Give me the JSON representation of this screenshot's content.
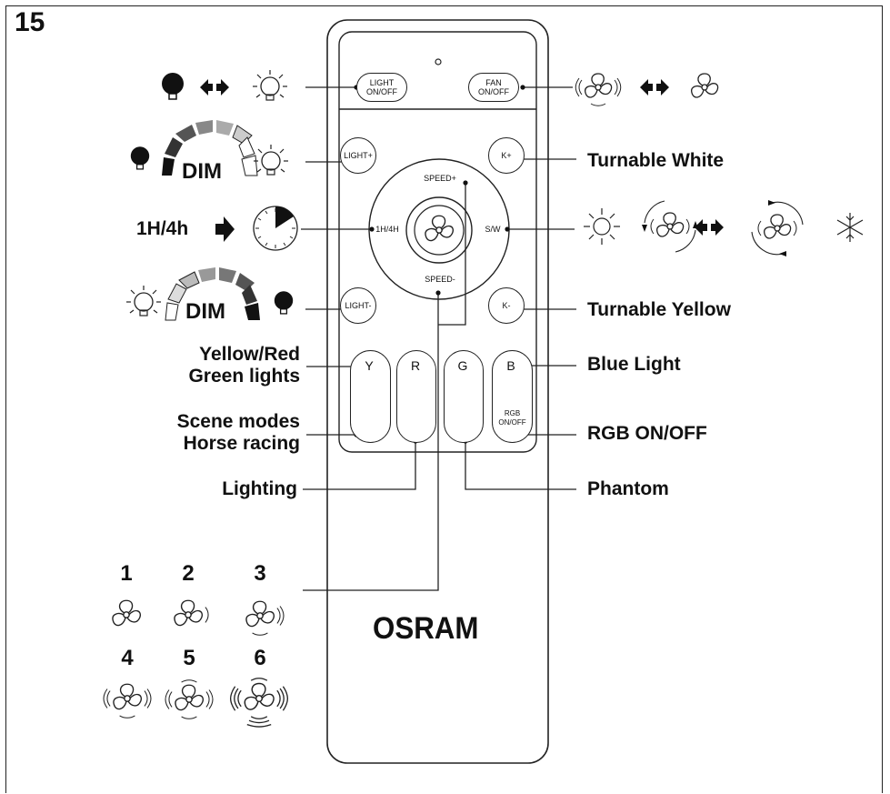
{
  "figure_number": "15",
  "brand": "OSRAM",
  "buttons": {
    "light_onoff": "LIGHT\nON/OFF",
    "fan_onoff": "FAN\nON/OFF",
    "light_plus": "LIGHT+",
    "k_plus": "K+",
    "speed_plus": "SPEED+",
    "timer": "1H/4H",
    "sw": "S/W",
    "speed_minus": "SPEED-",
    "light_minus": "LIGHT-",
    "k_minus": "K-",
    "y": "Y",
    "r": "R",
    "g": "G",
    "b": "B",
    "rgb_onoff": "RGB\nON/OFF"
  },
  "callouts": {
    "turnable_white": "Turnable White",
    "turnable_yellow": "Turnable Yellow",
    "timer": "1H/4h",
    "yellow_red": "Yellow/Red",
    "green_lights": "Green lights",
    "blue_light": "Blue Light",
    "scene_modes": "Scene modes",
    "horse_racing": "Horse racing",
    "rgb_onoff": "RGB ON/OFF",
    "lighting": "Lighting",
    "phantom": "Phantom"
  },
  "dim_label": "DIM",
  "speed_levels": [
    "1",
    "2",
    "3",
    "4",
    "5",
    "6"
  ],
  "colors": {
    "line": "#222222",
    "dim_dark": "#555555",
    "dim_mid": "#999999",
    "dim_light": "#cccccc"
  }
}
